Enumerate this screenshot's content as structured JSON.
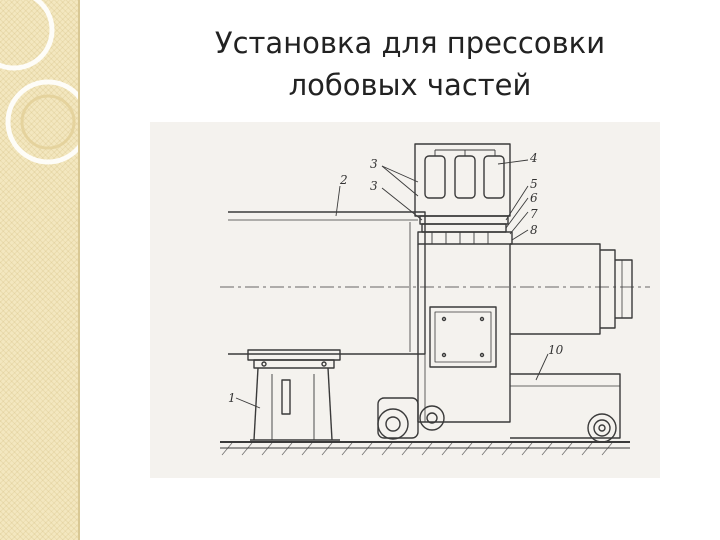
{
  "slide": {
    "title_line1": "Установка для прессовки",
    "title_line2": "лобовых частей"
  },
  "diagram": {
    "labels": [
      "1",
      "2",
      "3",
      "3",
      "4",
      "5",
      "6",
      "7",
      "8",
      "10"
    ]
  },
  "colors": {
    "sidebar_bg": "#f3e7bf",
    "sidebar_ring": "#ffffff",
    "ink": "#3a3a3a",
    "paper": "#f4f2ee"
  }
}
